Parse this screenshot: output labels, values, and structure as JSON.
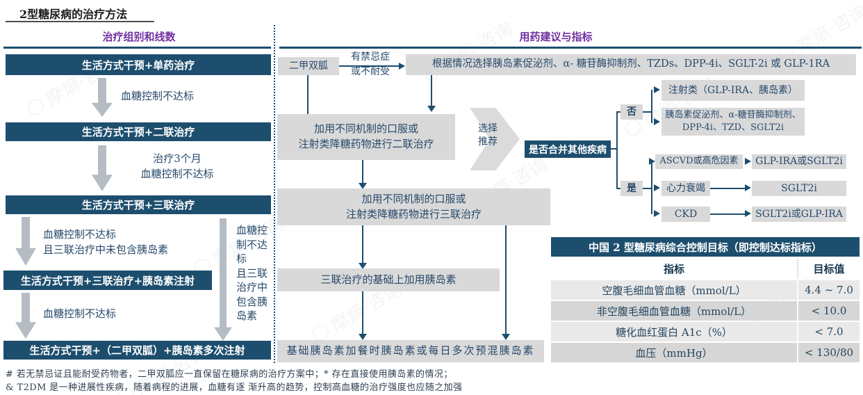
{
  "page": {
    "title": "2型糖尿病的治疗方法",
    "left_header": "治疗组别和线数",
    "right_header": "用药建议与指标"
  },
  "left_flow": {
    "box1": "生活方式干预+单药治疗",
    "arrow1_label": "血糖控制不达标",
    "box2": "生活方式干预+二联治疗",
    "arrow2_label": "治疗3个月\n血糖控制不达标",
    "box3": "生活方式干预+三联治疗",
    "arrow3_label": "血糖控制不达标\n且三联治疗中未包含胰岛素",
    "box4": "生活方式干预+三联治疗+胰岛素注射",
    "arrow4_label": "血糖控制不达标",
    "right_path_label": "血糖控制不达标\n且三联治疗中包含胰岛素",
    "box5": "生活方式干预+（二甲双胍）+胰岛素多次注射"
  },
  "mid_flow": {
    "metformin": "二甲双胍",
    "contraindication": "有禁忌症\n或不耐受",
    "alternatives": "根据情况选择胰岛素促泌剂、α- 糖苷酶抑制剂、TZDs、DPP-4i、SGLT-2i 或 GLP-1RA",
    "dual": "加用不同机制的口服或\n注射类降糖药物进行二联治疗",
    "recommend": "选择\n推荐",
    "triple": "加用不同机制的口服或\n注射类降糖药物进行三联治疗",
    "insulin_add": "三联治疗的基础上加用胰岛素",
    "final": "基础胰岛素加餐时胰岛素或每日多次预混胰岛素"
  },
  "branch": {
    "question": "是否合并其他疾病",
    "no": "否",
    "yes": "是",
    "no_option1": "注射类（GLP-IRA、胰岛素）",
    "no_option2": "胰岛素促泌剂、α-糖苷酶抑制剂、\nDPP-4i、TZD、SGLT2i",
    "yes_rows": [
      {
        "condition": "ASCVD或高危因素",
        "drug": "GLP-IRA或SGLT2i"
      },
      {
        "condition": "心力衰竭",
        "drug": "SGLT2i"
      },
      {
        "condition": "CKD",
        "drug": "SGLT2i或GLP-IRA"
      }
    ]
  },
  "table": {
    "title": "中国 2 型糖尿病综合控制目标（即控制达标指标）",
    "col_indicator": "指标",
    "col_target": "目标值",
    "rows": [
      {
        "indicator": "空腹毛细血管血糖（mmol/L）",
        "target": "4.4 ~ 7.0"
      },
      {
        "indicator": "非空腹毛细血管血糖（mmol/L）",
        "target": "< 10.0"
      },
      {
        "indicator": "糖化血红蛋白 A1c（%）",
        "target": "< 7.0"
      },
      {
        "indicator": "血压（mmHg）",
        "target": "< 130/80"
      }
    ]
  },
  "footnotes": {
    "line1": "# 若无禁忌证且能耐受药物者，二甲双胍应一直保留在糖尿病的治疗方案中；* 存在直接使用胰岛素的情况；",
    "line2": "& T2DM 是一种进展性疾病，随着病程的进展，血糖有逐 渐升高的趋势，控制高血糖的治疗强度也应随之加强"
  },
  "watermark": {
    "icon": "⬡",
    "text": "摩熵·咨询"
  },
  "colors": {
    "navy": "#1d4e6e",
    "purple": "#7030a0",
    "gray_box": "#d9d9d9",
    "arrow_gray": "#b6bcc4"
  }
}
